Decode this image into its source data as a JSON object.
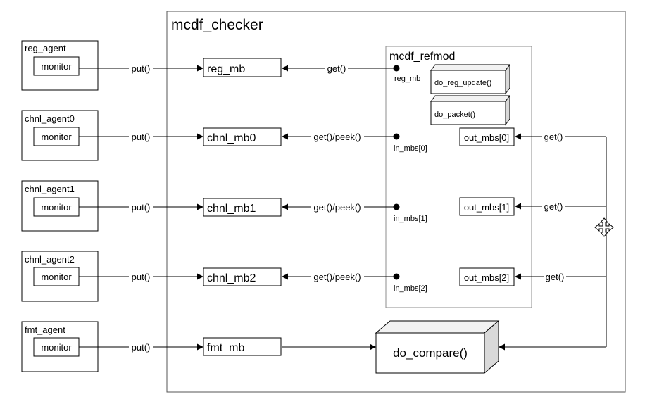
{
  "checker": {
    "title": "mcdf_checker"
  },
  "refmod": {
    "title": "mcdf_refmod",
    "port_reg": "reg_mb",
    "port_in0": "in_mbs[0]",
    "port_in1": "in_mbs[1]",
    "port_in2": "in_mbs[2]",
    "do_reg_update": "do_reg_update()",
    "do_packet": "do_packet()",
    "out0": "out_mbs[0]",
    "out1": "out_mbs[1]",
    "out2": "out_mbs[2]"
  },
  "agents": [
    {
      "name": "reg_agent",
      "monitor": "monitor",
      "put": "put()",
      "mailbox": "reg_mb",
      "get": "get()"
    },
    {
      "name": "chnl_agent0",
      "monitor": "monitor",
      "put": "put()",
      "mailbox": "chnl_mb0",
      "get": "get()/peek()"
    },
    {
      "name": "chnl_agent1",
      "monitor": "monitor",
      "put": "put()",
      "mailbox": "chnl_mb1",
      "get": "get()/peek()"
    },
    {
      "name": "chnl_agent2",
      "monitor": "monitor",
      "put": "put()",
      "mailbox": "chnl_mb2",
      "get": "get()/peek()"
    },
    {
      "name": "fmt_agent",
      "monitor": "monitor",
      "put": "put()",
      "mailbox": "fmt_mb"
    }
  ],
  "out_get": [
    "get()",
    "get()",
    "get()"
  ],
  "compare": {
    "label": "do_compare()"
  },
  "move_cursor": "move-cursor-icon"
}
